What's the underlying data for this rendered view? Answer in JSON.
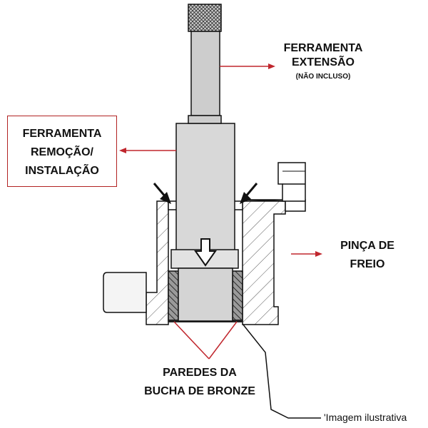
{
  "labels": {
    "extension": {
      "line1": "FERRAMENTA",
      "line2": "EXTENSÃO",
      "note": "(NÃO INCLUSO)"
    },
    "tool": {
      "line1": "FERRAMENTA",
      "line2": "REMOÇÃO/",
      "line3": "INSTALAÇÃO"
    },
    "caliper": {
      "line1": "PINÇA DE",
      "line2": "FREIO"
    },
    "bushing": {
      "line1": "PAREDES DA",
      "line2": "BUCHA DE BRONZE"
    }
  },
  "caption": "'Imagem ilustrativa",
  "colors": {
    "leader": "#c0262d",
    "outline": "#111111",
    "tool_fill": "#d6d6d6",
    "hatch": "#444444"
  }
}
